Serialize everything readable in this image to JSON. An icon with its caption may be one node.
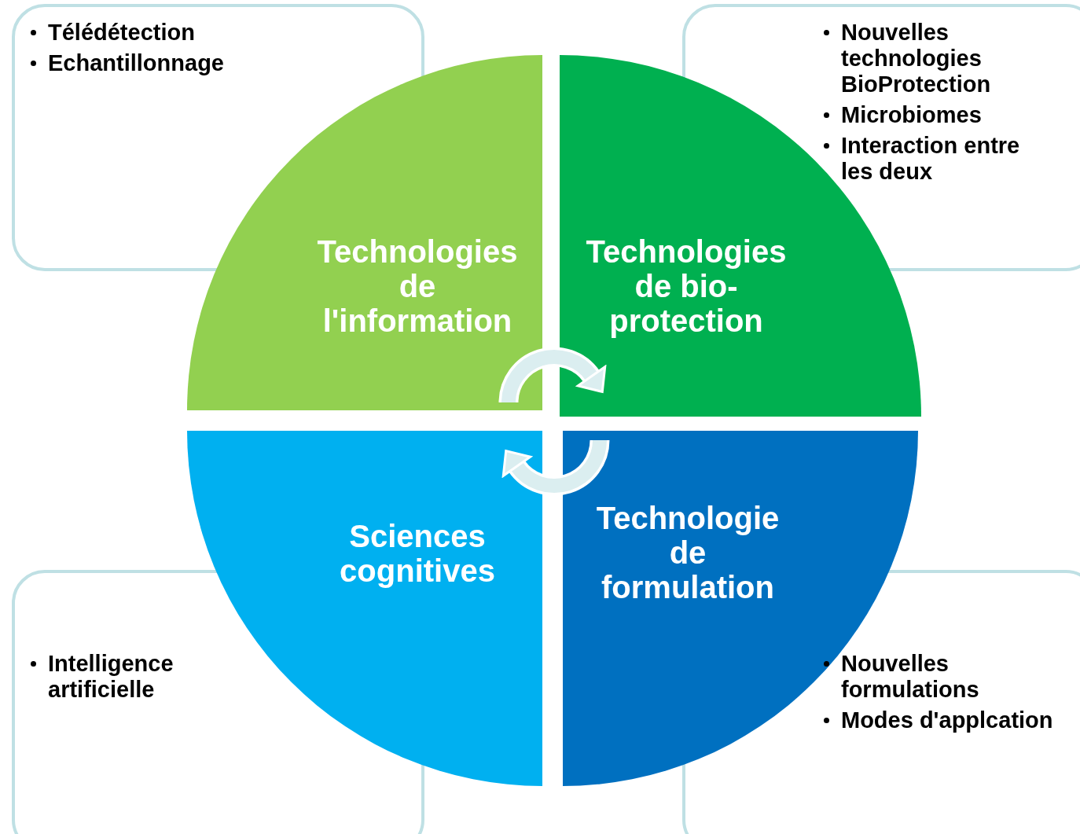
{
  "diagram": {
    "nodes": [
      {
        "text": [
          "Télédétection",
          "Echantillonnage"
        ]
      },
      {
        "text": [
          "Nouvelles technologies BioProtection",
          "Microbiomes",
          "Interaction entre les deux"
        ]
      },
      {
        "text": [
          "Technologies de l'information"
        ]
      },
      {
        "text": [
          "Technologies de bio-protection"
        ]
      },
      {
        "text": [
          "Sciences cognitives"
        ]
      },
      {
        "text": [
          "Technologie de formulation"
        ]
      },
      {
        "text": [
          "Intelligence artificielle"
        ]
      },
      {
        "text": [
          "Nouvelles formulations",
          "Modes d'applcation"
        ]
      }
    ],
    "edges": [
      {
        "from": 2,
        "to": 3,
        "arrow": "to"
      },
      {
        "from": 5,
        "to": 4,
        "arrow": "to"
      }
    ]
  }
}
